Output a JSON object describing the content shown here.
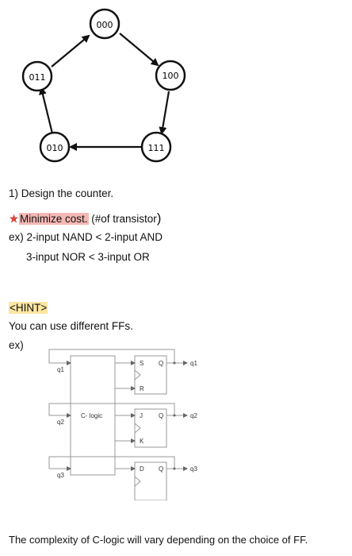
{
  "state_diagram": {
    "states": [
      "000",
      "100",
      "111",
      "010",
      "011"
    ]
  },
  "text": {
    "line1": "1) Design the counter.",
    "line2_highlight": "Minimize cost.",
    "line2_rest": " (#of transistor",
    "line2_paren": ")",
    "line3": "ex) 2-input NAND < 2-input AND",
    "line4": "3-input NOR < 3-input OR",
    "hint": "<HINT>",
    "line6": "You can use different FFs.",
    "line7": "ex)",
    "footer": "The complexity of C-logic will vary depending on the choice of FF."
  },
  "circuit": {
    "clogic_label": "C- logic",
    "ff1": {
      "top": "S",
      "bottom": "R",
      "out": "Q"
    },
    "ff2": {
      "top": "J",
      "bottom": "K",
      "out": "Q"
    },
    "ff3": {
      "top": "D",
      "out": "Q"
    },
    "outputs": [
      "q1",
      "q2",
      "q3"
    ],
    "feedback": [
      "q1",
      "q2",
      "q3"
    ]
  },
  "colors": {
    "highlight_red": "#f4b8b4",
    "highlight_yellow": "#fbe6a2",
    "star": "#d9453a"
  }
}
